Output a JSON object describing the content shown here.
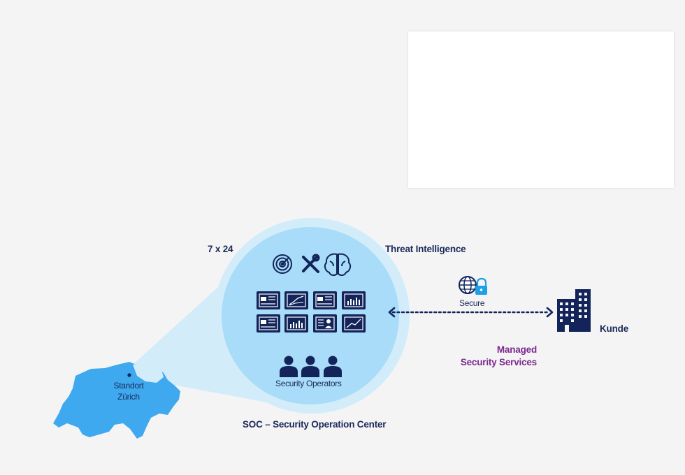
{
  "labels": {
    "hours": "7 x 24",
    "threat_intelligence": "Threat Intelligence",
    "secure": "Secure",
    "customer": "Kunde",
    "managed_line1": "Managed",
    "managed_line2": "Security Services",
    "operators": "Security Operators",
    "soc": "SOC – Security Operation Center",
    "location_line1": "Standort",
    "location_line2": "Zürich"
  },
  "icons": {
    "tools": [
      "radar-icon",
      "wrench-screwdriver-icon",
      "brain-icon"
    ],
    "monitors": [
      "dashboard-window-icon",
      "line-chart-icon",
      "dashboard-window-icon",
      "bar-chart-icon",
      "dashboard-window-icon",
      "bar-chart-icon",
      "user-profile-icon",
      "trend-chart-icon"
    ],
    "secure": "globe-lock-icon",
    "customer": "office-building-icon",
    "operators": "people-group-icon"
  },
  "colors": {
    "navy": "#12245a",
    "circle": "#a8dcf8",
    "halo": "#d3ecfa",
    "map": "#3ea9ef",
    "purple": "#7b2a8e",
    "lock": "#1ea0e6"
  }
}
